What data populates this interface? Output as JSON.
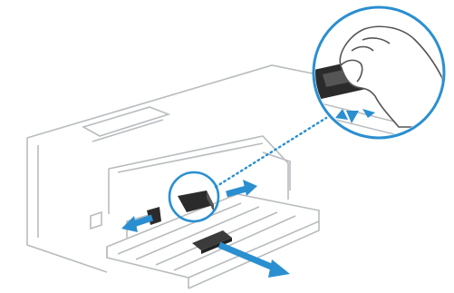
{
  "figure": {
    "subject": "printer-paper-tray",
    "colors": {
      "outline": "#b8bcbf",
      "outline_dark": "#7d8285",
      "accent_blue": "#2a8fd0",
      "guide_dark": "#2b2b2b",
      "hand_outline": "#555555",
      "background": "#ffffff"
    },
    "icons": [
      "printer-body",
      "paper-tray",
      "side-paper-guide",
      "front-paper-guide",
      "magnifier-circle",
      "hand",
      "left-arrow",
      "right-arrow",
      "down-right-arrow",
      "press-arrows"
    ]
  }
}
